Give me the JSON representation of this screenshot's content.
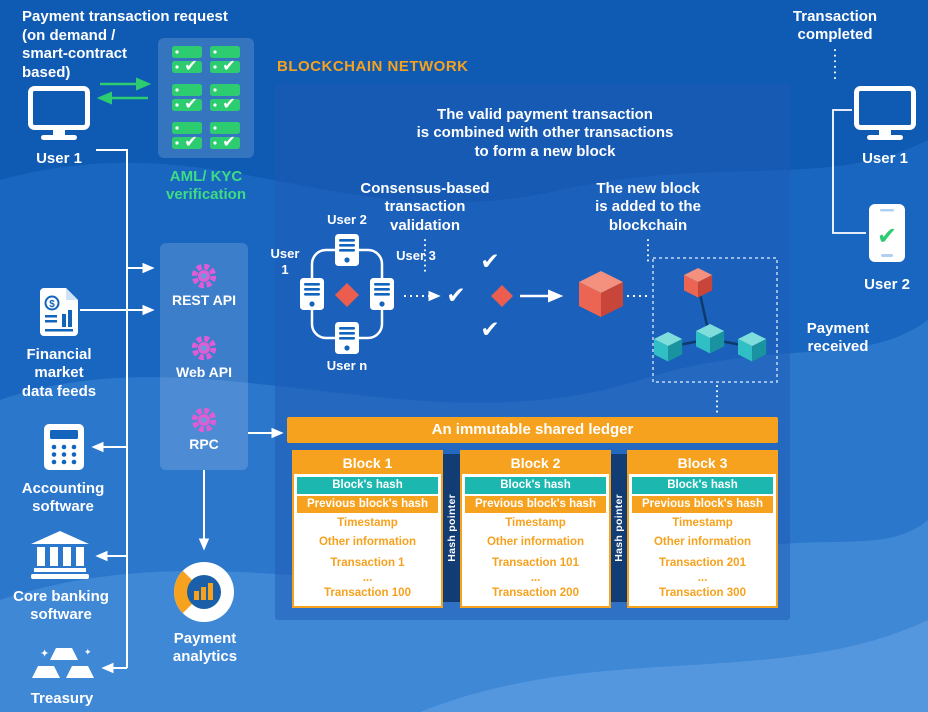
{
  "colors": {
    "background": "#0F5AB2",
    "panel_blue": "#2E78C8",
    "orange": "#F6A21E",
    "green": "#2ECC71",
    "green_text": "#3DDC84",
    "coral": "#EB5E4F",
    "teal": "#1CB8B0",
    "pink": "#E05CD5",
    "navy": "#123C74"
  },
  "icons": {
    "check": "✔",
    "sparkle": "✦",
    "dollar": "$"
  },
  "top_left": {
    "title": "Payment transaction request",
    "subtitle": "(on demand /\nsmart-contract\nbased)"
  },
  "left": {
    "user1_label": "User 1",
    "aml_label": "AML/ KYC\nverification",
    "financial_label": "Financial\nmarket\ndata feeds",
    "accounting_label": "Accounting\nsoftware",
    "banking_label": "Core banking\nsoftware",
    "treasury_label": "Treasury"
  },
  "api_panel": {
    "items": [
      {
        "label": "REST API"
      },
      {
        "label": "Web API"
      },
      {
        "label": "RPC"
      }
    ]
  },
  "analytics": {
    "label": "Payment\nanalytics"
  },
  "network": {
    "title": "BLOCKCHAIN NETWORK",
    "combine_text": "The valid payment transaction\nis combined with other transactions\nto form a new block",
    "consensus_text": "Consensus-based\ntransaction\nvalidation",
    "new_block_text": "The new block\nis added to the\nblockchain",
    "cluster": {
      "top": "User 2",
      "left": "User\n1",
      "right": "User 3",
      "bottom": "User n"
    },
    "ledger_title": "An immutable shared ledger",
    "hash_pointer": "Hash pointer",
    "blocks": [
      {
        "title": "Block 1",
        "hash_label": "Block's hash",
        "prev_label": "Previous block's hash",
        "timestamp_label": "Timestamp",
        "other_label": "Other information",
        "tx_first": "Transaction 1",
        "tx_dots": "...",
        "tx_last": "Transaction 100"
      },
      {
        "title": "Block 2",
        "hash_label": "Block's hash",
        "prev_label": "Previous block's hash",
        "timestamp_label": "Timestamp",
        "other_label": "Other information",
        "tx_first": "Transaction 101",
        "tx_dots": "...",
        "tx_last": "Transaction 200"
      },
      {
        "title": "Block 3",
        "hash_label": "Block's hash",
        "prev_label": "Previous block's hash",
        "timestamp_label": "Timestamp",
        "other_label": "Other information",
        "tx_first": "Transaction 201",
        "tx_dots": "...",
        "tx_last": "Transaction 300"
      }
    ]
  },
  "right": {
    "completed": "Transaction\ncompleted",
    "user1_label": "User 1",
    "user2_label": "User 2",
    "received": "Payment\nreceived"
  }
}
